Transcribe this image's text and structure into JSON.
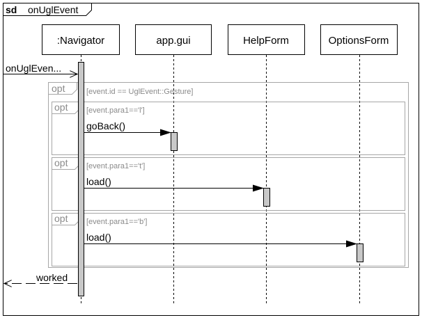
{
  "diagram": {
    "frame_keyword": "sd",
    "frame_name": "onUglEvent",
    "lifelines": [
      {
        "id": "navigator",
        "label": ":Navigator"
      },
      {
        "id": "gui",
        "label": "app.gui"
      },
      {
        "id": "helpform",
        "label": "HelpForm"
      },
      {
        "id": "optionsform",
        "label": "OptionsForm"
      }
    ],
    "found_message": "onUglEven...",
    "outer_fragment": {
      "keyword": "opt",
      "guard": "[event.id == UglEvent::Gesture]"
    },
    "inner_fragments": [
      {
        "keyword": "opt",
        "guard": "[event.para1=='l']",
        "message": "goBack()"
      },
      {
        "keyword": "opt",
        "guard": "[event.para1=='t']",
        "message": "load()"
      },
      {
        "keyword": "opt",
        "guard": "[event.para1=='b']",
        "message": "load()"
      }
    ],
    "return_message": "worked"
  }
}
